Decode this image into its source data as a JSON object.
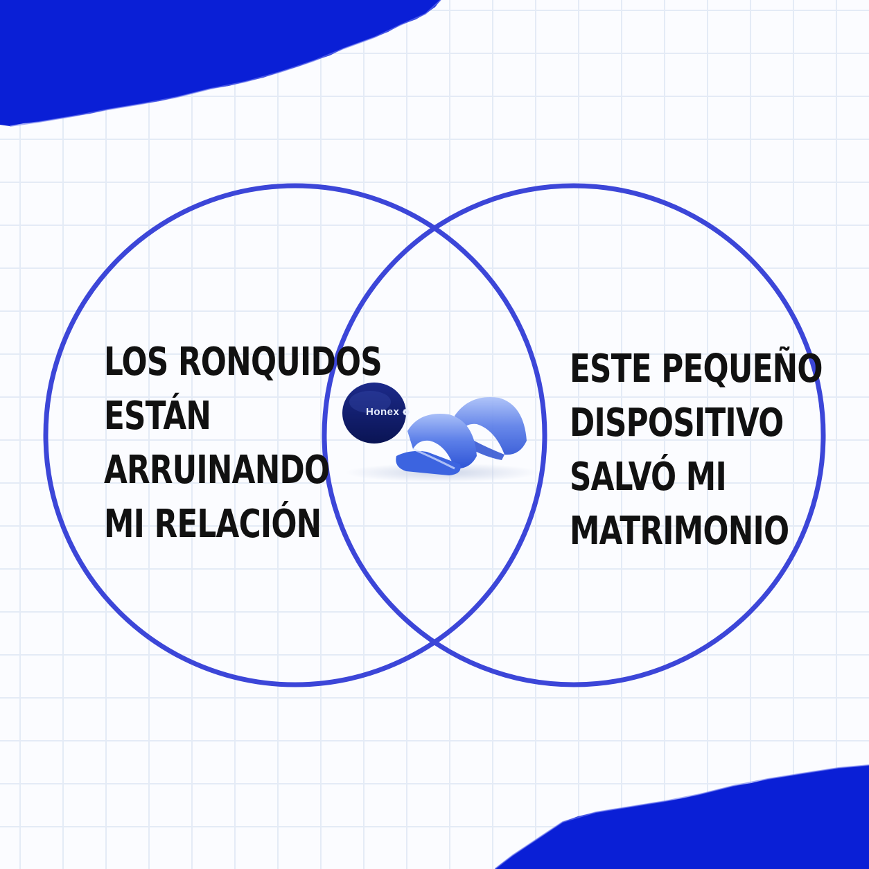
{
  "colors": {
    "accent_blue": "#0a1fd6",
    "circle_stroke": "#3c46d8",
    "text": "#111111",
    "grid": "#e4ebf6"
  },
  "venn": {
    "left_lines": [
      "LOS RONQUIDOS",
      "ESTÁN",
      "ARRUINANDO",
      "MI RELACIÓN"
    ],
    "right_lines": [
      "ESTE PEQUEÑO",
      "DISPOSITIVO",
      "SALVÓ MI",
      "MATRIMONIO"
    ]
  },
  "product": {
    "brand": "Honex",
    "icon": "honex-logo-icon"
  }
}
